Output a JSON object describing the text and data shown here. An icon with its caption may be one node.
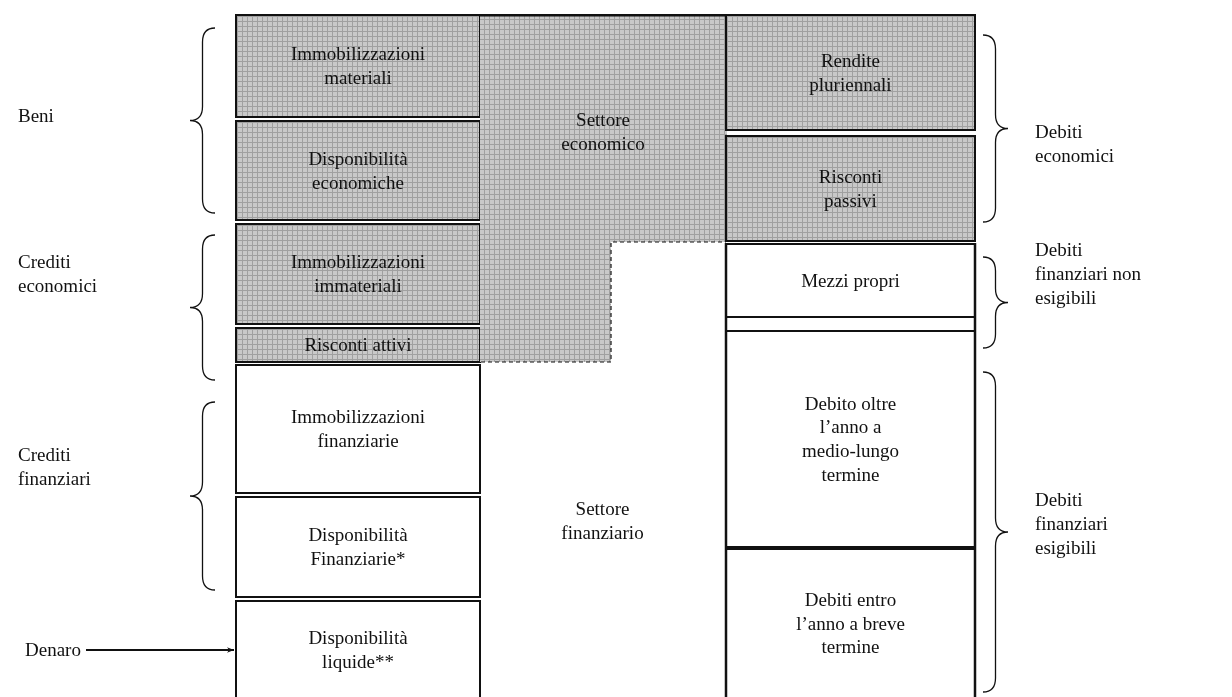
{
  "diagram": {
    "nodes": [
      {
        "text": [
          "Immobilizzazioni materiali"
        ]
      },
      {
        "text": [
          "Disponibilità economiche"
        ]
      },
      {
        "text": [
          "Immobilizzazioni immateriali"
        ]
      },
      {
        "text": [
          "Risconti attivi"
        ]
      },
      {
        "text": [
          "Immobilizzazioni finanziarie"
        ]
      },
      {
        "text": [
          "Disponibilità Finanziarie*"
        ]
      },
      {
        "text": [
          "Disponibilità liquide**"
        ]
      },
      {
        "text": [
          "Settore economico"
        ]
      },
      {
        "text": [
          "Settore finanziario"
        ]
      },
      {
        "text": [
          "Rendite pluriennali"
        ]
      },
      {
        "text": [
          "Risconti passivi"
        ]
      },
      {
        "text": [
          "Mezzi propri"
        ]
      },
      {
        "text": [
          "Debito oltre l’anno a medio-lungo termine"
        ]
      },
      {
        "text": [
          "Debiti entro l’anno a breve termine"
        ]
      },
      {
        "text": [
          "Denaro"
        ]
      }
    ],
    "edges": [
      {
        "from": 14,
        "to": 6,
        "arrow": "to"
      }
    ],
    "labels": [
      "Beni",
      "Crediti economici",
      "Crediti finanziari",
      "Debiti economici",
      "Debiti finanziari non esigibili",
      "Debiti finanziari esigibili"
    ]
  }
}
